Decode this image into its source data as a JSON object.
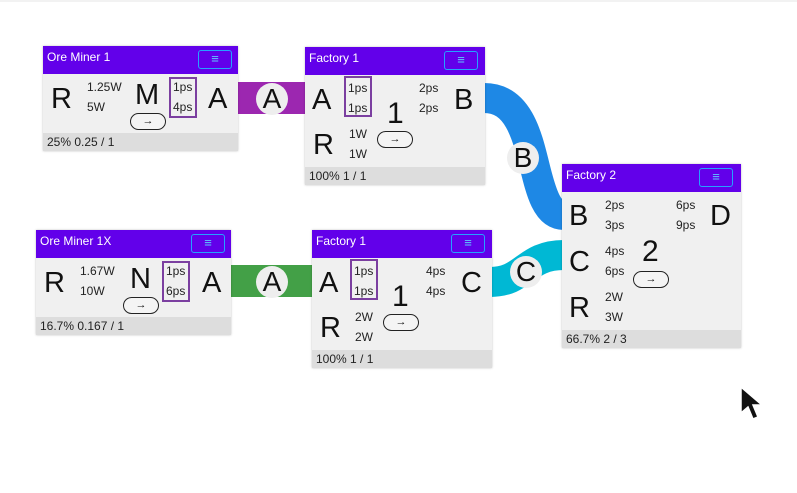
{
  "colors": {
    "header": "#6200ea",
    "link_purple": "#9c27b0",
    "link_green": "#43a047",
    "link_blue": "#1e88e5",
    "link_cyan": "#00b8d4"
  },
  "icons": {
    "menu": "hamburger-menu-icon",
    "arrow": "arrow-right-icon",
    "cursor": "mouse-pointer-icon"
  },
  "glyphs": {
    "menu": "≡",
    "arrow": "→"
  },
  "nodes": {
    "ore_miner_1": {
      "title": "Ore Miner 1",
      "input": "R",
      "power_in": "1.25W",
      "power_max": "5W",
      "recipe": "M",
      "rate_cur": "1ps",
      "rate_max": "4ps",
      "output": "A",
      "status": "25% 0.25 / 1"
    },
    "ore_miner_1x": {
      "title": "Ore Miner 1X",
      "input": "R",
      "power_in": "1.67W",
      "power_max": "10W",
      "recipe": "N",
      "rate_cur": "1ps",
      "rate_max": "6ps",
      "output": "A",
      "status": "16.7% 0.167 / 1"
    },
    "factory_1_top": {
      "title": "Factory 1",
      "input_a": "A",
      "input_a_cur": "1ps",
      "input_a_max": "1ps",
      "input_r": "R",
      "power_in": "1W",
      "power_max": "1W",
      "count": "1",
      "output": "B",
      "out_cur": "2ps",
      "out_max": "2ps",
      "status": "100% 1 / 1"
    },
    "factory_1_bottom": {
      "title": "Factory 1",
      "input_a": "A",
      "input_a_cur": "1ps",
      "input_a_max": "1ps",
      "input_r": "R",
      "power_in": "2W",
      "power_max": "2W",
      "count": "1",
      "output": "C",
      "out_cur": "4ps",
      "out_max": "4ps",
      "status": "100% 1 / 1"
    },
    "factory_2": {
      "title": "Factory 2",
      "input_b": "B",
      "b_cur": "2ps",
      "b_max": "3ps",
      "input_c": "C",
      "c_cur": "4ps",
      "c_max": "6ps",
      "input_r": "R",
      "power_in": "2W",
      "power_max": "3W",
      "count": "2",
      "output": "D",
      "out_cur": "6ps",
      "out_max": "9ps",
      "status": "66.7% 2 / 3"
    }
  },
  "links": [
    {
      "label": "A",
      "color": "link_purple"
    },
    {
      "label": "A",
      "color": "link_green"
    },
    {
      "label": "B",
      "color": "link_blue"
    },
    {
      "label": "C",
      "color": "link_cyan"
    }
  ]
}
